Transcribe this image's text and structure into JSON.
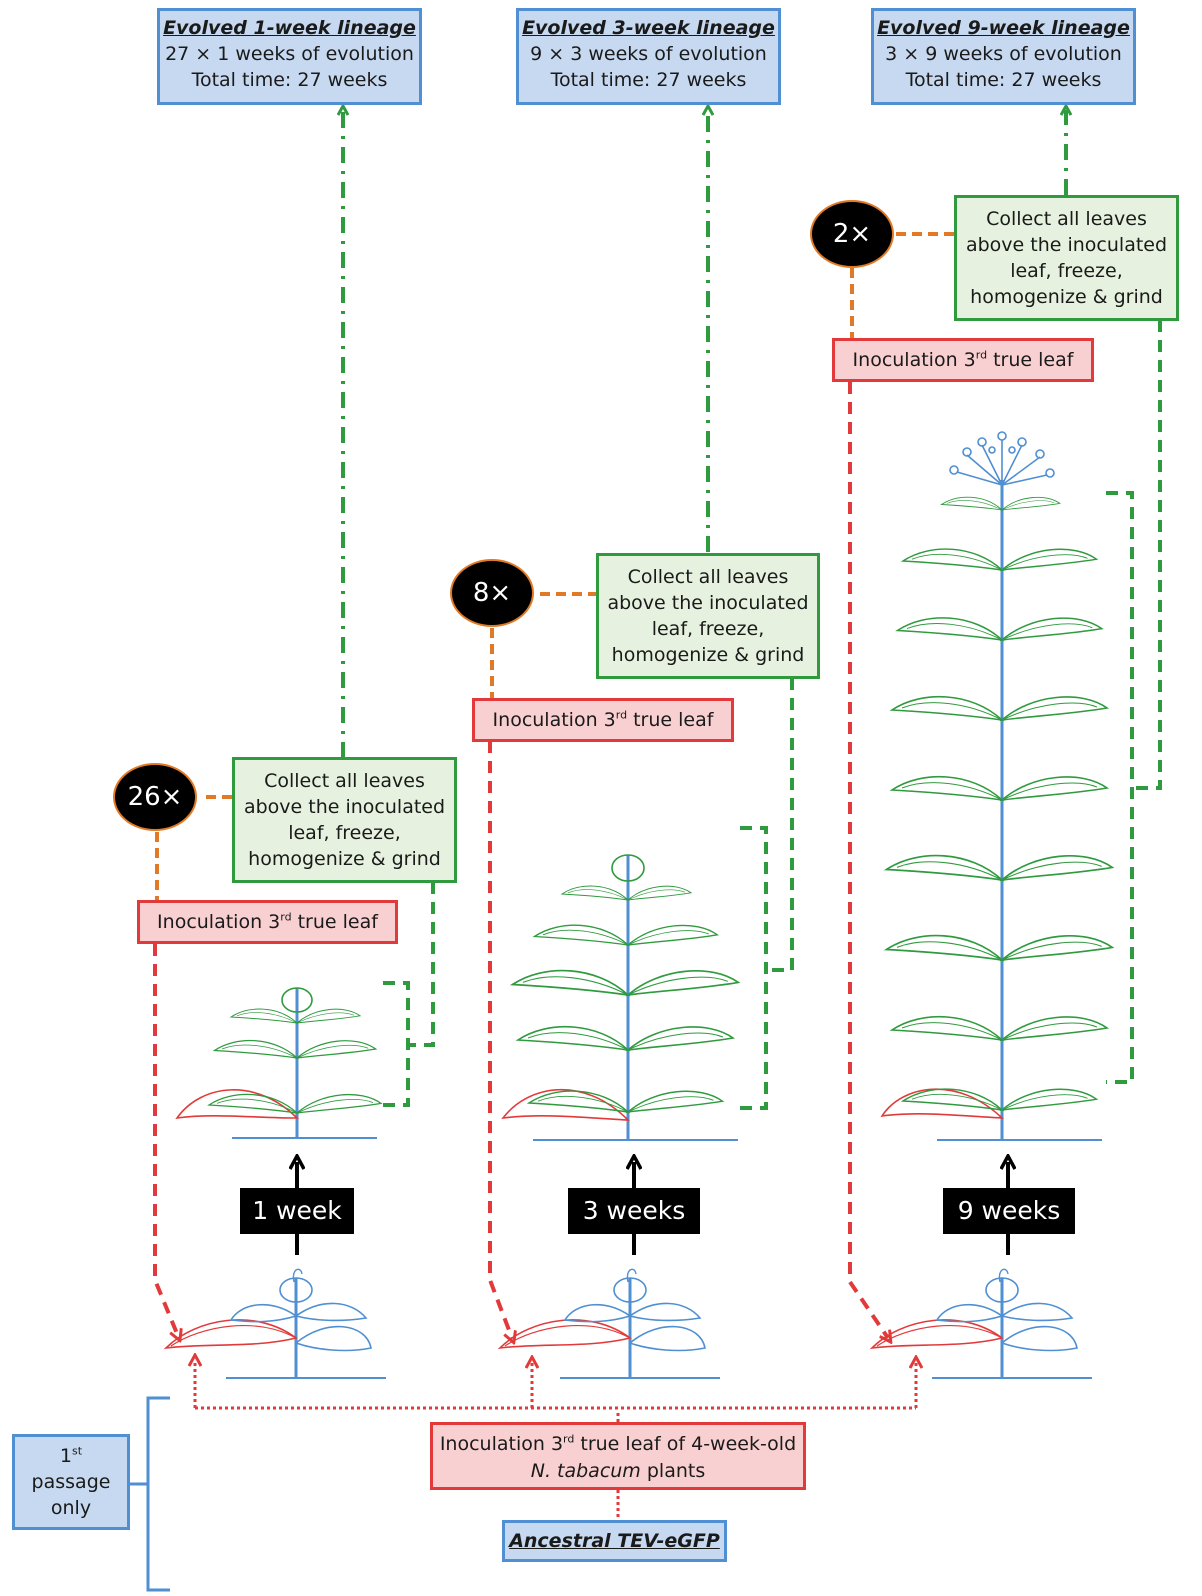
{
  "lineages": [
    {
      "title": "Evolved 1-week lineage",
      "line1": "27 × 1 weeks of evolution",
      "line2": "Total time: 27 weeks"
    },
    {
      "title": "Evolved 3-week lineage",
      "line1": "9 × 3 weeks of evolution",
      "line2": "Total time: 27 weeks"
    },
    {
      "title": "Evolved 9-week lineage",
      "line1": "3 × 9 weeks of evolution",
      "line2": "Total time: 27 weeks"
    }
  ],
  "collect": {
    "line1": "Collect all leaves",
    "line2": "above the inoculated",
    "line3": "leaf, freeze,",
    "line4": "homogenize & grind"
  },
  "repeats": [
    "26×",
    "8×",
    "2×"
  ],
  "inoculation": {
    "prefix": "Inoculation 3",
    "sup": "rd",
    "suffix": " true leaf"
  },
  "durations": [
    "1 week",
    "3 weeks",
    "9 weeks"
  ],
  "initial_inoculation": {
    "prefix": "Inoculation 3",
    "sup": "rd",
    "suffix": " true leaf of 4-week-old",
    "species": "N. tabacum",
    "species_suffix": " plants"
  },
  "ancestral": "Ancestral TEV-eGFP",
  "first_passage": {
    "num": "1",
    "sup": "st",
    "line2": "passage",
    "line3": "only"
  },
  "colors": {
    "blue": "#4f8fd2",
    "blue_fill": "#c6d9f0",
    "green": "#2f9a3e",
    "green_fill": "#e6f2df",
    "red": "#e23a3a",
    "red_fill": "#f9d0d1",
    "orange": "#e07a26"
  }
}
